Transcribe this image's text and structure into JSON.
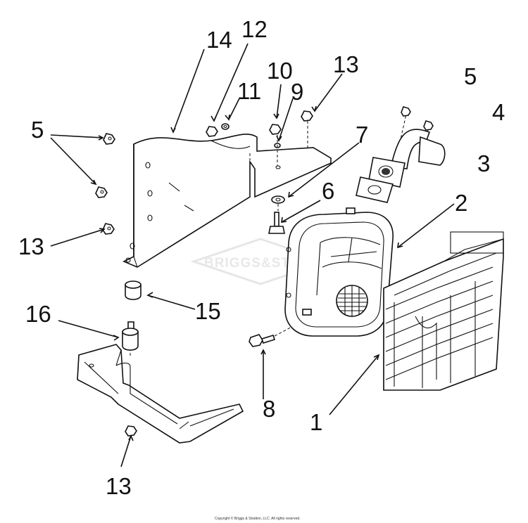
{
  "callouts": {
    "c1": "1",
    "c2": "2",
    "c3": "3",
    "c4": "4",
    "c5a": "5",
    "c5b": "5",
    "c6": "6",
    "c7": "7",
    "c8": "8",
    "c9": "9",
    "c10": "10",
    "c11": "11",
    "c12": "12",
    "c13a": "13",
    "c13b": "13",
    "c13c": "13",
    "c14": "14",
    "c15": "15",
    "c16": "16"
  },
  "watermark": "BRIGGS&STRATTON",
  "copyright": "Copyright © Briggs & Stratton, LLC. All rights reserved."
}
